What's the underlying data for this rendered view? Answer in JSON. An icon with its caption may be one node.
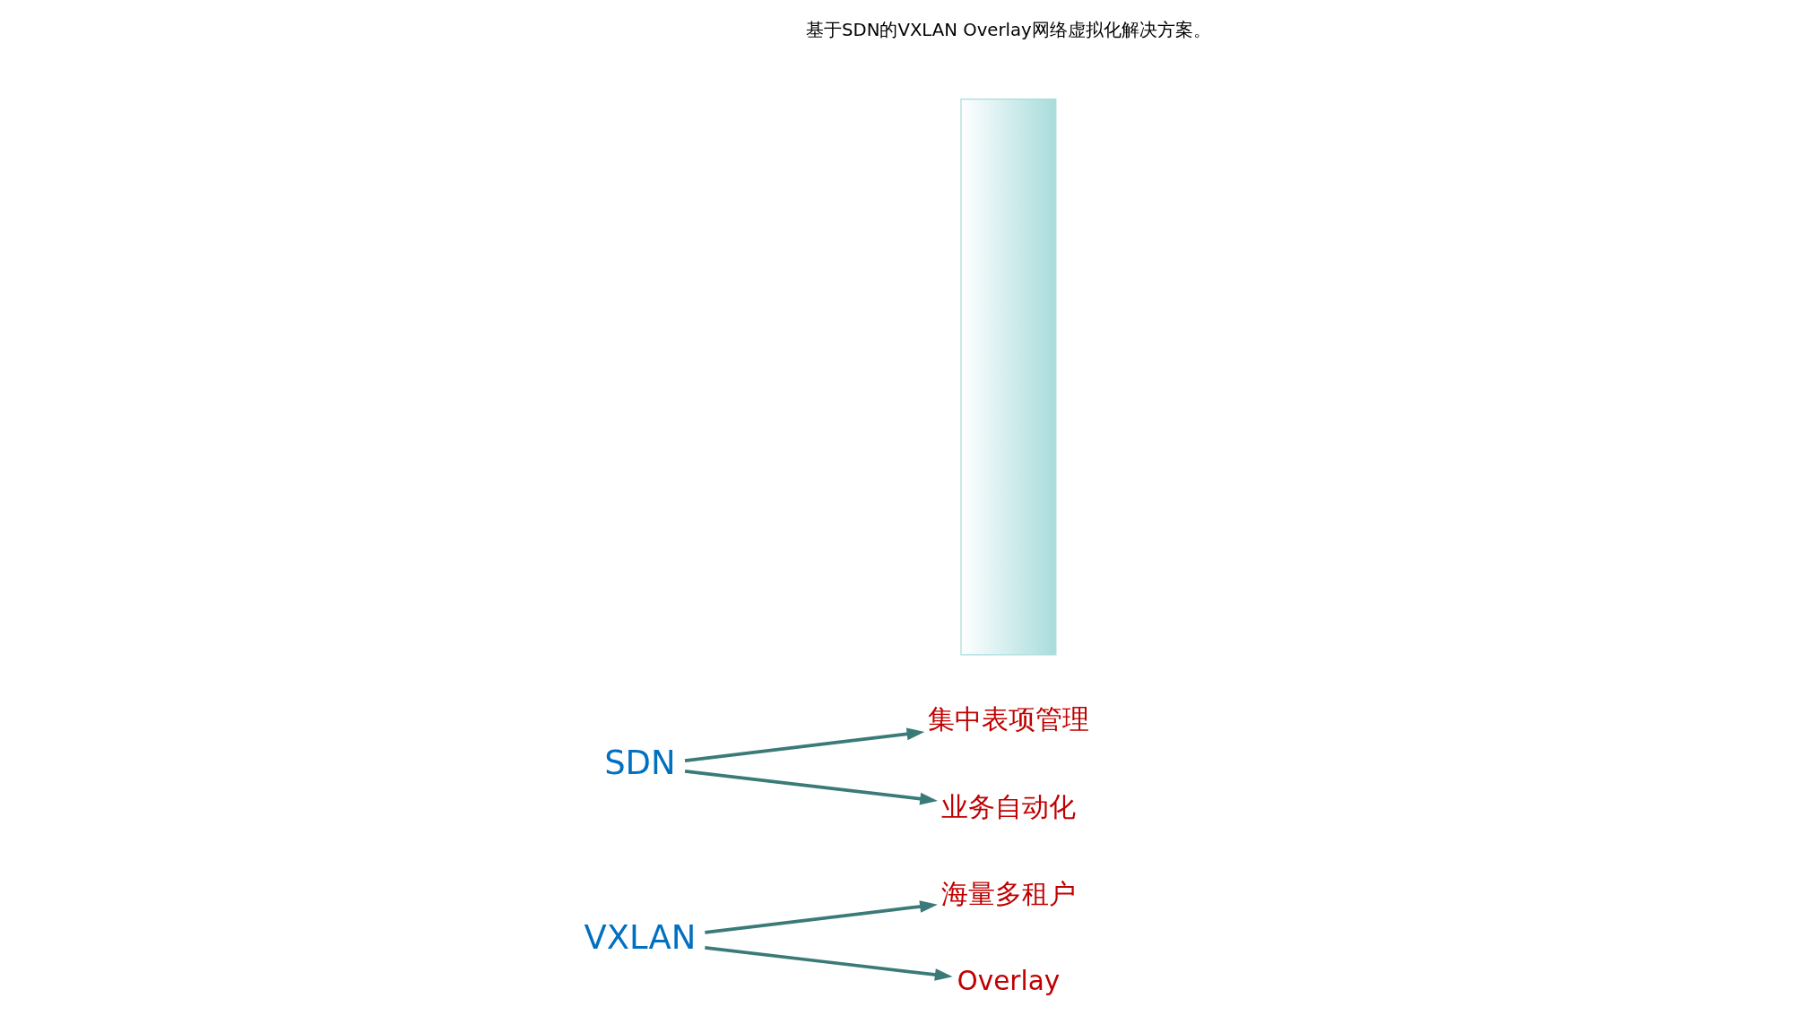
{
  "diagram": {
    "nodes": [
      {
        "text": [
          "VXLAN"
        ]
      },
      {
        "text": [
          "海量多租户"
        ]
      },
      {
        "text": [
          "Overlay"
        ]
      },
      {
        "text": [
          "SDN"
        ]
      },
      {
        "text": [
          "集中表项管理"
        ]
      },
      {
        "text": [
          "业务自动化"
        ]
      },
      {
        "text": [],
        "shape": "bar"
      }
    ],
    "edges": [
      {
        "from": 0,
        "to": 1,
        "arrow": "to"
      },
      {
        "from": 0,
        "to": 2,
        "arrow": "to"
      },
      {
        "from": 3,
        "to": 4,
        "arrow": "to"
      },
      {
        "from": 3,
        "to": 5,
        "arrow": "to"
      }
    ],
    "labels": [
      "基于SDN的VXLAN Overlay网络虚拟化解决方案。"
    ]
  }
}
